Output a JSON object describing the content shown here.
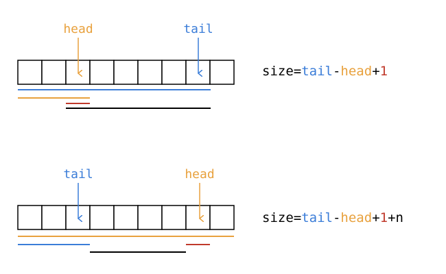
{
  "colors": {
    "head": "#E8A13D",
    "tail": "#3B7DD8",
    "one": "#C0392B",
    "text": "#000000"
  },
  "diagrams": [
    {
      "id": "case1",
      "head_label": "head",
      "tail_label": "tail",
      "head_index": 2,
      "tail_index": 7,
      "cell_count": 9,
      "formula": [
        {
          "text": "size=",
          "color": "text"
        },
        {
          "text": "tail",
          "color": "tail"
        },
        {
          "text": "-",
          "color": "text"
        },
        {
          "text": "head",
          "color": "head"
        },
        {
          "text": "+",
          "color": "text"
        },
        {
          "text": "1",
          "color": "one"
        }
      ]
    },
    {
      "id": "case2",
      "head_label": "head",
      "tail_label": "tail",
      "head_index": 7,
      "tail_index": 2,
      "cell_count": 9,
      "formula": [
        {
          "text": "size=",
          "color": "text"
        },
        {
          "text": "tail",
          "color": "tail"
        },
        {
          "text": "-",
          "color": "text"
        },
        {
          "text": "head",
          "color": "head"
        },
        {
          "text": "+",
          "color": "text"
        },
        {
          "text": "1",
          "color": "one"
        },
        {
          "text": "+n",
          "color": "text"
        }
      ]
    }
  ]
}
